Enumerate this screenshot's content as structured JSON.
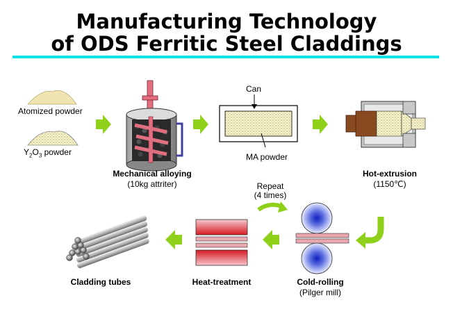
{
  "title_line1": "Manufacturing Technology",
  "title_line2": "of ODS Ferritic Steel Claddings",
  "inputs": {
    "atomized_powder": "Atomized powder",
    "y2o3_y": "Y",
    "y2o3_sub2": "2",
    "y2o3_o": "O",
    "y2o3_sub3": "3",
    "y2o3_rest": " powder"
  },
  "steps": {
    "mechanical_alloying": {
      "name": "Mechanical alloying",
      "detail": "(10kg attriter)"
    },
    "can": "Can",
    "ma_powder": "MA powder",
    "hot_extrusion": {
      "name": "Hot-extrusion",
      "detail": "(1150℃)"
    },
    "repeat": {
      "name": "Repeat",
      "detail": "(4 times)"
    },
    "cold_rolling": {
      "name": "Cold-rolling",
      "detail": "(Pilger mill)"
    },
    "heat_treatment": {
      "name": "Heat-treatment"
    },
    "cladding_tubes": {
      "name": "Cladding tubes"
    }
  },
  "colors": {
    "rule": "#00e0e8",
    "arrow_green": "#8fd11a",
    "border": "#000000",
    "tube_pink": "#e9a0a8",
    "heat_red": "#dd2222",
    "roll_blue": "#2233cc",
    "extrusion_brown": "#8a4a20",
    "powder_fill": "#f8f3c8"
  }
}
